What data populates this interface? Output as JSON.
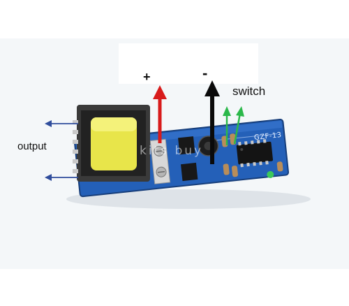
{
  "labels": {
    "positive": "+",
    "negative": "-",
    "switch": "switch",
    "output": "output",
    "board_marking": "GZF-13",
    "watermark": "kits buy"
  },
  "colors": {
    "background": "#ffffff",
    "backdrop_panel": "#eef3f6",
    "pcb": "#2460b8",
    "positive_arrow": "#d81b1b",
    "negative_arrow": "#0a0a0a",
    "switch_arrows": "#2bb84a",
    "output_arrows": "#2f4d9c",
    "transformer_coil": "#e8e54a"
  }
}
